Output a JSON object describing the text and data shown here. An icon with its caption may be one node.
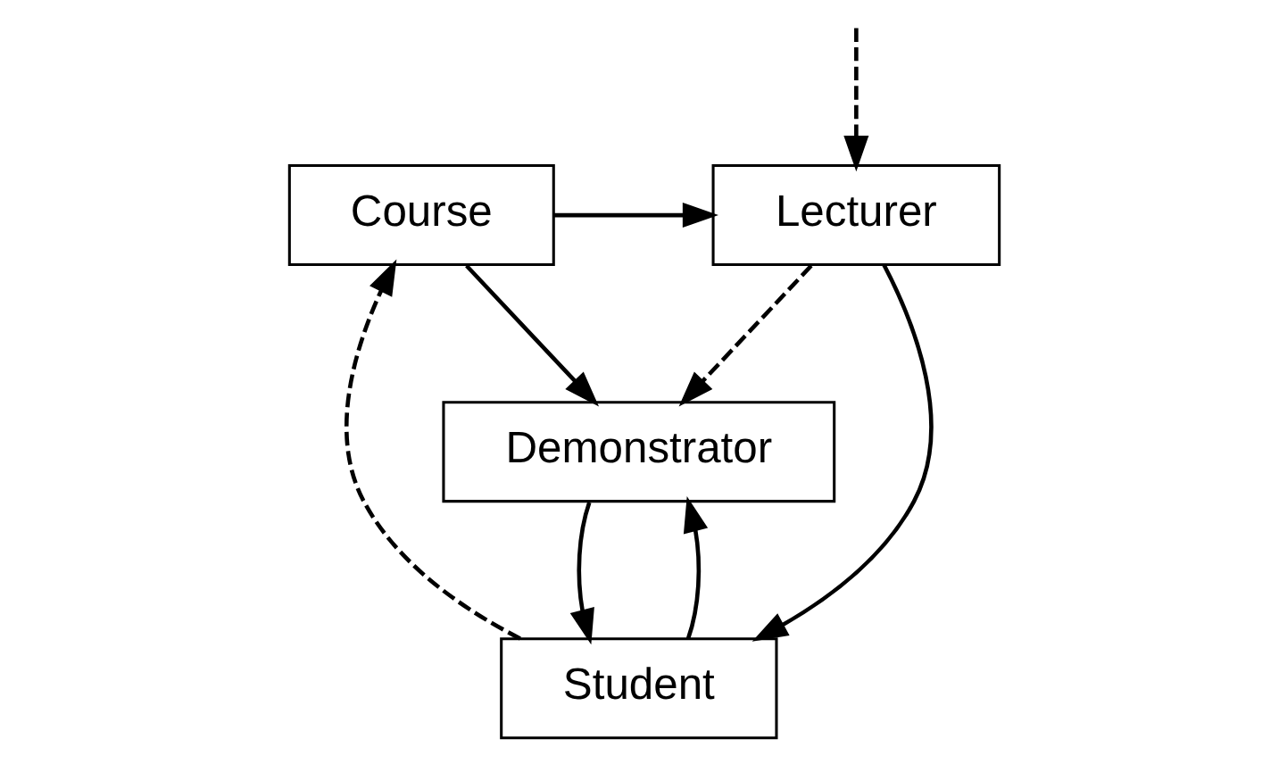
{
  "diagram": {
    "nodes": [
      {
        "text": [
          "Lecturer"
        ]
      },
      {
        "text": [
          "Demonstrator"
        ]
      },
      {
        "text": [
          "Course"
        ]
      },
      {
        "text": [
          "Student"
        ]
      }
    ],
    "edges": [
      {
        "from": 0,
        "to": 3,
        "arrow": "to"
      },
      {
        "from": 0,
        "to": 1,
        "arrow": "to",
        "style": "dashed"
      },
      {
        "from": 2,
        "to": 0,
        "arrow": "to"
      },
      {
        "from": null,
        "to": 0,
        "arrow": "to",
        "style": "dashed"
      },
      {
        "from": 2,
        "to": 1,
        "arrow": "to"
      },
      {
        "from": 1,
        "to": 3,
        "arrow": "to"
      },
      {
        "from": 3,
        "to": 1,
        "arrow": "to"
      },
      {
        "from": 3,
        "to": 2,
        "arrow": "to",
        "style": "dashed"
      }
    ]
  }
}
